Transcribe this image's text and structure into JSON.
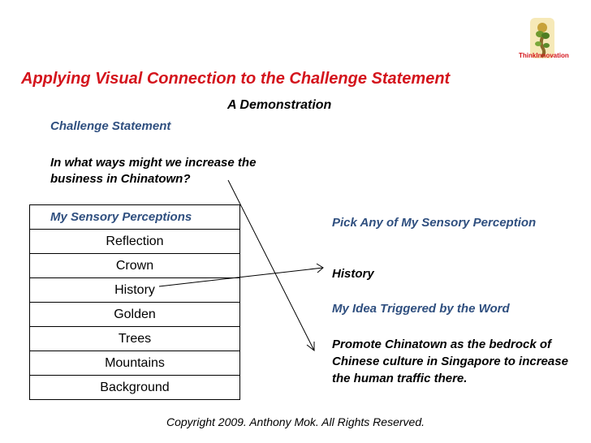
{
  "logo": {
    "text": "ThinkInnovation",
    "icon": "ginseng-plant-icon"
  },
  "title": "Applying Visual Connection to the Challenge Statement",
  "subtitle": "A Demonstration",
  "challenge": {
    "label": "Challenge Statement",
    "text": "In what ways might we increase the business in Chinatown?"
  },
  "perceptions": {
    "header": "My Sensory Perceptions",
    "items": [
      "Reflection",
      "Crown",
      "History",
      "Golden",
      "Trees",
      "Mountains",
      "Background"
    ]
  },
  "pick": {
    "label": "Pick Any of My Sensory Perception",
    "word": "History"
  },
  "idea": {
    "label": "My Idea Triggered by the Word",
    "text": "Promote Chinatown as the bedrock of Chinese culture in Singapore to increase the human traffic there."
  },
  "copyright": "Copyright 2009. Anthony Mok. All Rights Reserved.",
  "colors": {
    "title": "#d4141c",
    "heading_blue": "#2f4f7f",
    "text": "#000000"
  }
}
